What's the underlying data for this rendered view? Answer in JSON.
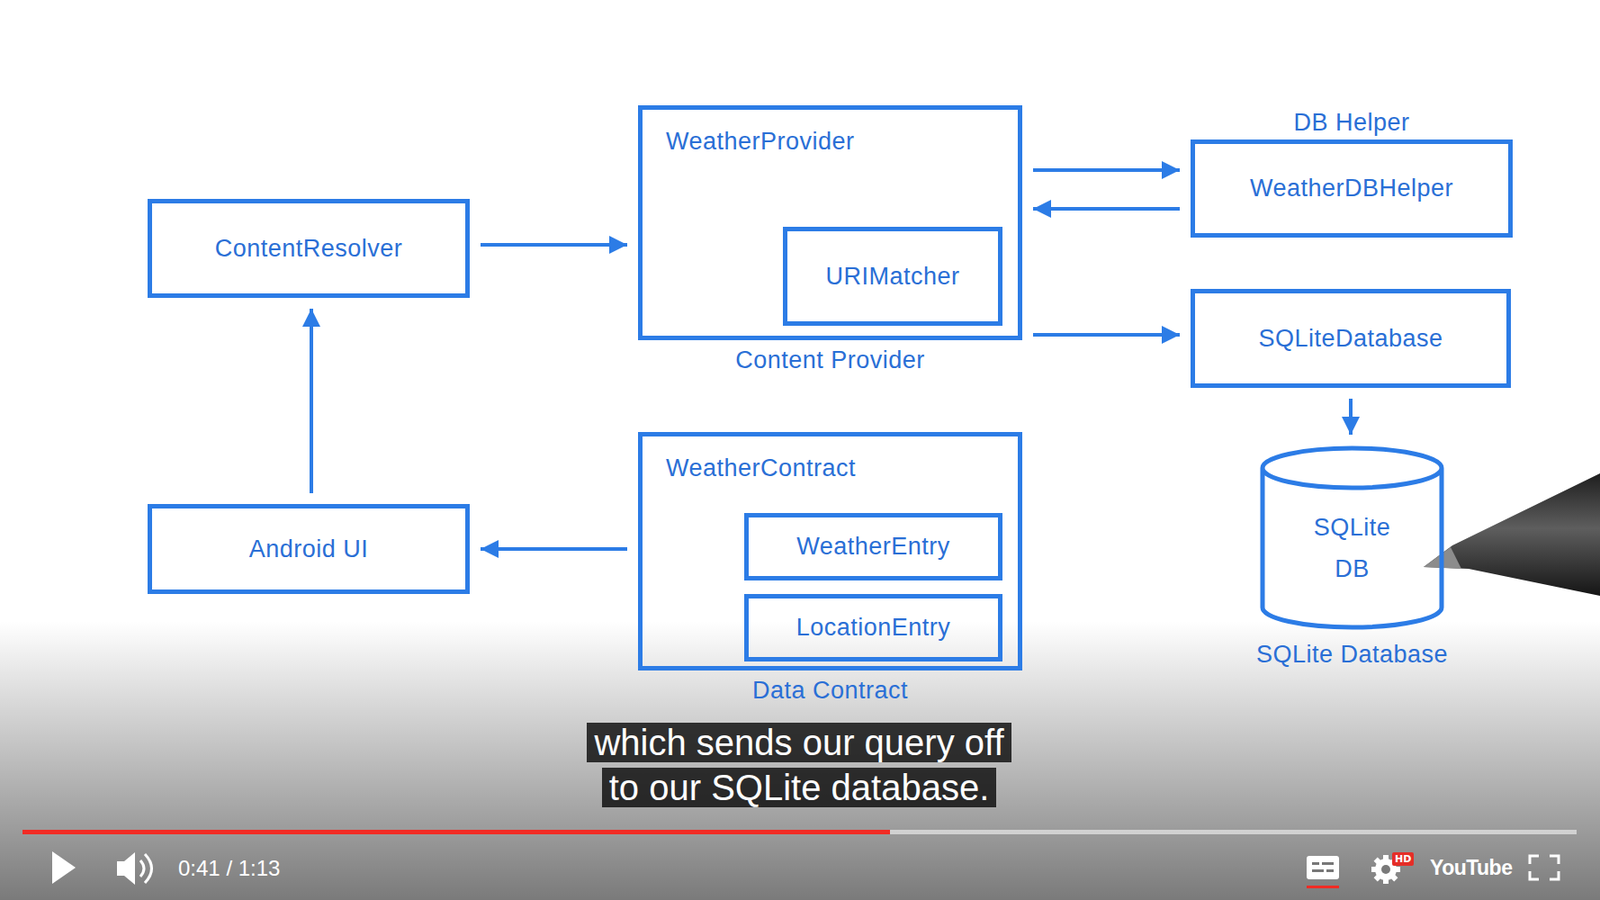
{
  "diagram": {
    "nodes": [
      {
        "text": [
          "ContentResolver"
        ]
      },
      {
        "text": [
          "WeatherProvider",
          "Content Provider"
        ]
      },
      {
        "text": [
          "URIMatcher"
        ],
        "in": 1
      },
      {
        "text": [
          "DB Helper",
          "WeatherDBHelper"
        ]
      },
      {
        "text": [
          "SQLiteDatabase"
        ]
      },
      {
        "text": [
          "SQLite DB",
          "SQLite Database"
        ]
      },
      {
        "text": [
          "Android UI"
        ]
      },
      {
        "text": [
          "WeatherContract",
          "Data Contract"
        ]
      },
      {
        "text": [
          "WeatherEntry"
        ],
        "in": 7
      },
      {
        "text": [
          "LocationEntry"
        ],
        "in": 7
      }
    ],
    "edges": [
      {
        "from": 0,
        "to": 1,
        "arrow": "to"
      },
      {
        "from": 1,
        "to": 3,
        "arrow": "to"
      },
      {
        "from": 3,
        "to": 1,
        "arrow": "to"
      },
      {
        "from": 1,
        "to": 4,
        "arrow": "to"
      },
      {
        "from": 4,
        "to": 5,
        "arrow": "to"
      },
      {
        "from": 6,
        "to": 0,
        "arrow": "to"
      },
      {
        "from": 7,
        "to": 6,
        "arrow": "to"
      }
    ],
    "labels": [
      "which sends our query off to our SQLite database.",
      "0:41 / 1:13",
      "HD",
      "YouTube"
    ]
  }
}
